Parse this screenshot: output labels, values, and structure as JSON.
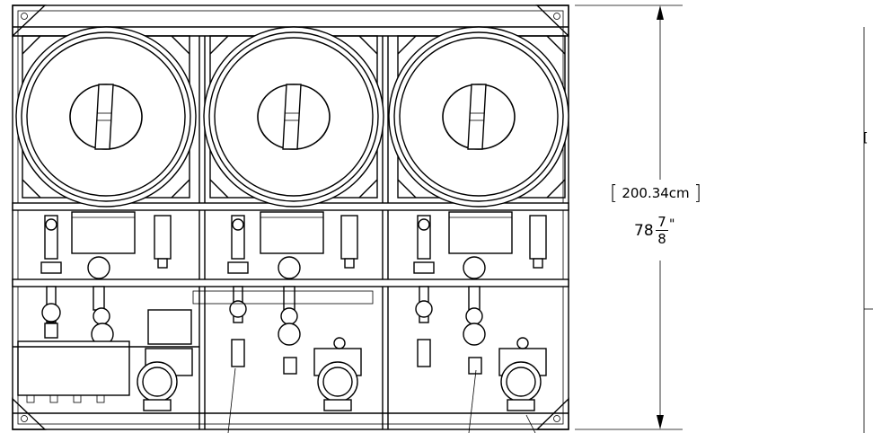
{
  "dimension": {
    "metric_open": "[",
    "metric_value": "200.34cm",
    "metric_close": "]",
    "imperial_whole": "78",
    "imperial_numerator": "7",
    "imperial_denominator": "8",
    "imperial_unit": "\""
  },
  "edge_mark": "[",
  "modules": [
    {
      "id": "left"
    },
    {
      "id": "center"
    },
    {
      "id": "right"
    }
  ]
}
